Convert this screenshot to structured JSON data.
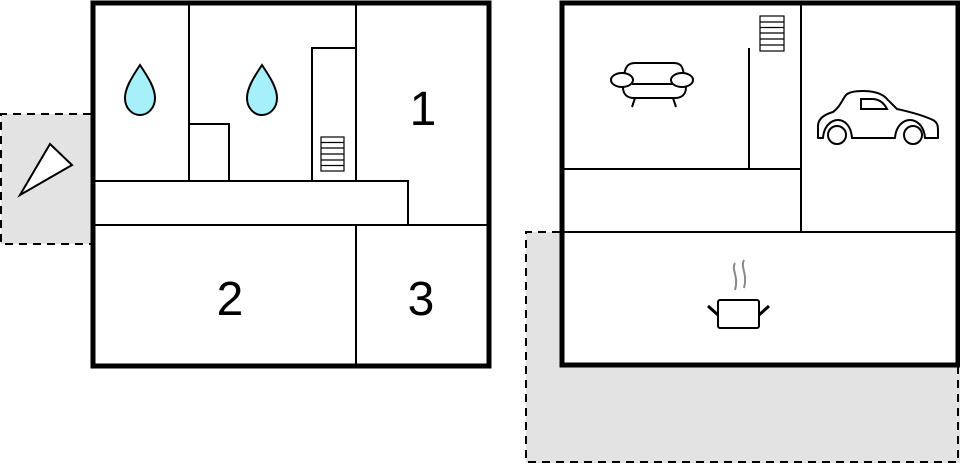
{
  "plan": {
    "title": "Floor plan",
    "colors": {
      "wall": "#000000",
      "terrace": "#e3e3e3",
      "water": "#a6f0fa",
      "steam": "#888888",
      "background": "#ffffff"
    },
    "floors": [
      {
        "name": "left-floor",
        "rooms": [
          {
            "label": "1",
            "type": "bedroom"
          },
          {
            "label": "2",
            "type": "bedroom"
          },
          {
            "label": "3",
            "type": "bedroom"
          },
          {
            "label": "",
            "type": "bathroom",
            "icon": "water-drop-icon"
          },
          {
            "label": "",
            "type": "bathroom",
            "icon": "water-drop-icon"
          },
          {
            "label": "",
            "type": "hallway"
          }
        ],
        "icons": [
          "water-drop-icon",
          "water-drop-icon",
          "stairs-icon",
          "compass-pointer-icon"
        ]
      },
      {
        "name": "right-floor",
        "rooms": [
          {
            "label": "",
            "type": "living-room",
            "icon": "sofa-icon"
          },
          {
            "label": "",
            "type": "garage",
            "icon": "car-icon"
          },
          {
            "label": "",
            "type": "kitchen",
            "icon": "cooking-pot-icon"
          },
          {
            "label": "",
            "type": "hallway"
          }
        ],
        "icons": [
          "sofa-icon",
          "stairs-icon",
          "car-icon",
          "cooking-pot-icon"
        ]
      }
    ],
    "labels": {
      "room1": "1",
      "room2": "2",
      "room3": "3"
    }
  }
}
